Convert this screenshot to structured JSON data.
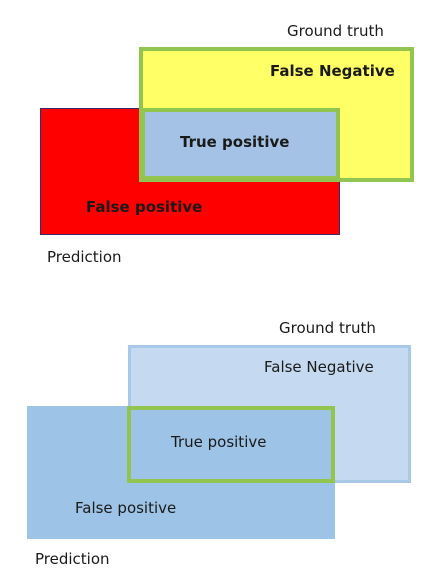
{
  "top": {
    "ground_truth_label": "Ground truth",
    "false_negative_label": "False Negative",
    "true_positive_label": "True positive",
    "false_positive_label": "False positive",
    "prediction_label": "Prediction",
    "colors": {
      "false_negative": "#ffff66",
      "false_positive": "#ff0000",
      "true_positive": "#a4c2e6",
      "outline": "#92c450"
    }
  },
  "bottom": {
    "ground_truth_label": "Ground truth",
    "false_negative_label": "False Negative",
    "true_positive_label": "True positive",
    "false_positive_label": "False positive",
    "prediction_label": "Prediction",
    "colors": {
      "false_negative": "#c5daf0",
      "false_positive": "#9dc3e6",
      "true_positive": "#9dc3e6",
      "outline": "#92c450"
    }
  }
}
